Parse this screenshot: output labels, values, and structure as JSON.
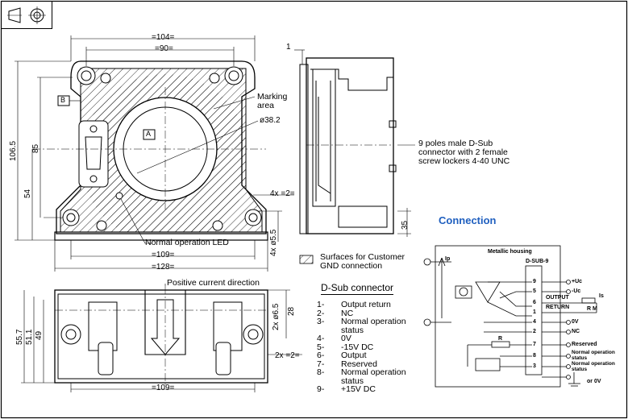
{
  "dimensions": {
    "width_top": "104",
    "width_inner": "90",
    "height_total": "106.5",
    "height_mid": "85",
    "height_low": "54",
    "diameter": "ø38.2",
    "pitch_2x": "4x",
    "two_x": "2",
    "hole_dia": "4x ø5.5",
    "width_bottom_109": "109",
    "width_bottom_128": "128",
    "side_1": "1",
    "side_35": "35",
    "bot_height_55_7": "55.7",
    "bot_height_51_1": "51.1",
    "bot_height_49": "49",
    "bot_hole": "2x ø6.5",
    "bot_28": "28",
    "bot_2x": "2x",
    "bot_width_109": "109"
  },
  "labels": {
    "datum_a": "A",
    "datum_b": "B",
    "marking_area_1": "Marking",
    "marking_area_2": "area",
    "dsub_note_1": "9 poles male D-Sub",
    "dsub_note_2": "connector with 2 female",
    "dsub_note_3": "screw lockers 4-40 UNC",
    "led_note": "Normal operation LED",
    "surfaces_1": "Surfaces for Customer",
    "surfaces_2": "GND connection",
    "positive_dir": "Positive current direction"
  },
  "connection": {
    "title": "Connection",
    "housing": "Metallic housing",
    "dsub": "D-SUB-9",
    "ip": "Ip",
    "is": "Is",
    "output": "OUTPUT",
    "return": "RETURN",
    "rm": "R M",
    "r": "R",
    "uc_plus": "+Uc",
    "uc_minus": "-Uc",
    "zero_v": "0V",
    "nc": "NC",
    "reserved": "Reserved",
    "normal_op_1": "Normal operation",
    "status": "status",
    "gnd": "or 0V",
    "pins": [
      "9",
      "5",
      "6",
      "1",
      "4",
      "2",
      "7",
      "8",
      "3"
    ]
  },
  "dsub_connector": {
    "title": "D-Sub connector",
    "pins": [
      {
        "n": "1-",
        "t": "Output return"
      },
      {
        "n": "2-",
        "t": "NC"
      },
      {
        "n": "3-",
        "t": "Normal operation"
      },
      {
        "n": "",
        "t": "status"
      },
      {
        "n": "4-",
        "t": "0V"
      },
      {
        "n": "5-",
        "t": "-15V DC"
      },
      {
        "n": "6-",
        "t": "Output"
      },
      {
        "n": "7-",
        "t": "Reserved"
      },
      {
        "n": "8-",
        "t": "Normal operation"
      },
      {
        "n": "",
        "t": "status"
      },
      {
        "n": "9-",
        "t": "+15V DC"
      }
    ]
  },
  "colors": {
    "title_blue": "#1f5fbf",
    "line": "#000000"
  }
}
